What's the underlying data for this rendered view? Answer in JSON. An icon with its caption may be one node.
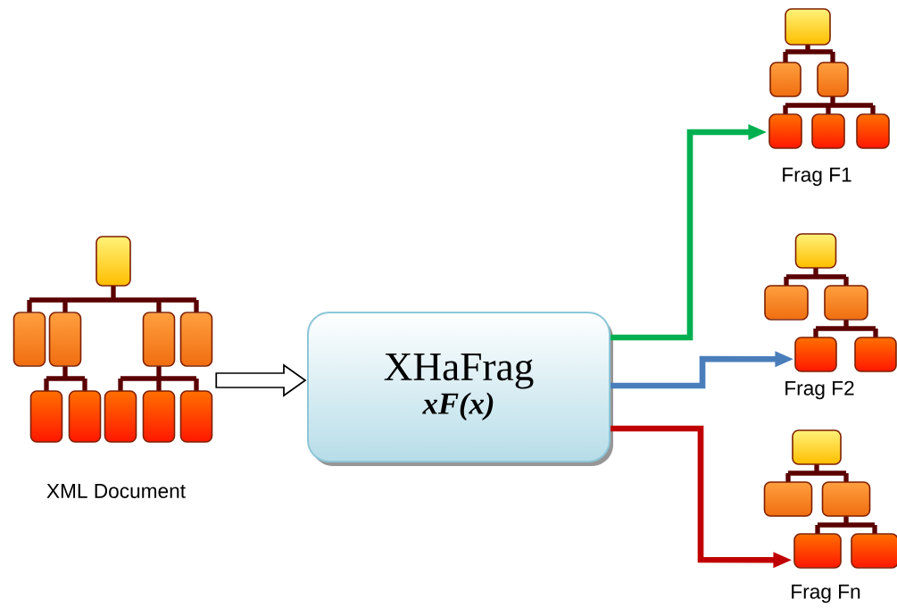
{
  "diagram": {
    "nodes": [
      {
        "text": [],
        "shape": "picture",
        "beside": [
          "XML Document"
        ]
      },
      {
        "text": [
          "XHaFrag",
          "xF(x)"
        ]
      },
      {
        "text": [],
        "shape": "picture",
        "beside": [
          "Frag F1"
        ]
      },
      {
        "text": [],
        "shape": "picture",
        "beside": [
          "Frag F2"
        ]
      },
      {
        "text": [],
        "shape": "picture",
        "beside": [
          "Frag Fn"
        ]
      }
    ],
    "edges": [
      {
        "from": 0,
        "to": 1,
        "arrow": "to"
      },
      {
        "from": 1,
        "to": 2,
        "arrow": "to",
        "color": "#00b050"
      },
      {
        "from": 1,
        "to": 3,
        "arrow": "to",
        "color": "#4a7ebb"
      },
      {
        "from": 1,
        "to": 4,
        "arrow": "to",
        "color": "#c00000"
      }
    ]
  }
}
